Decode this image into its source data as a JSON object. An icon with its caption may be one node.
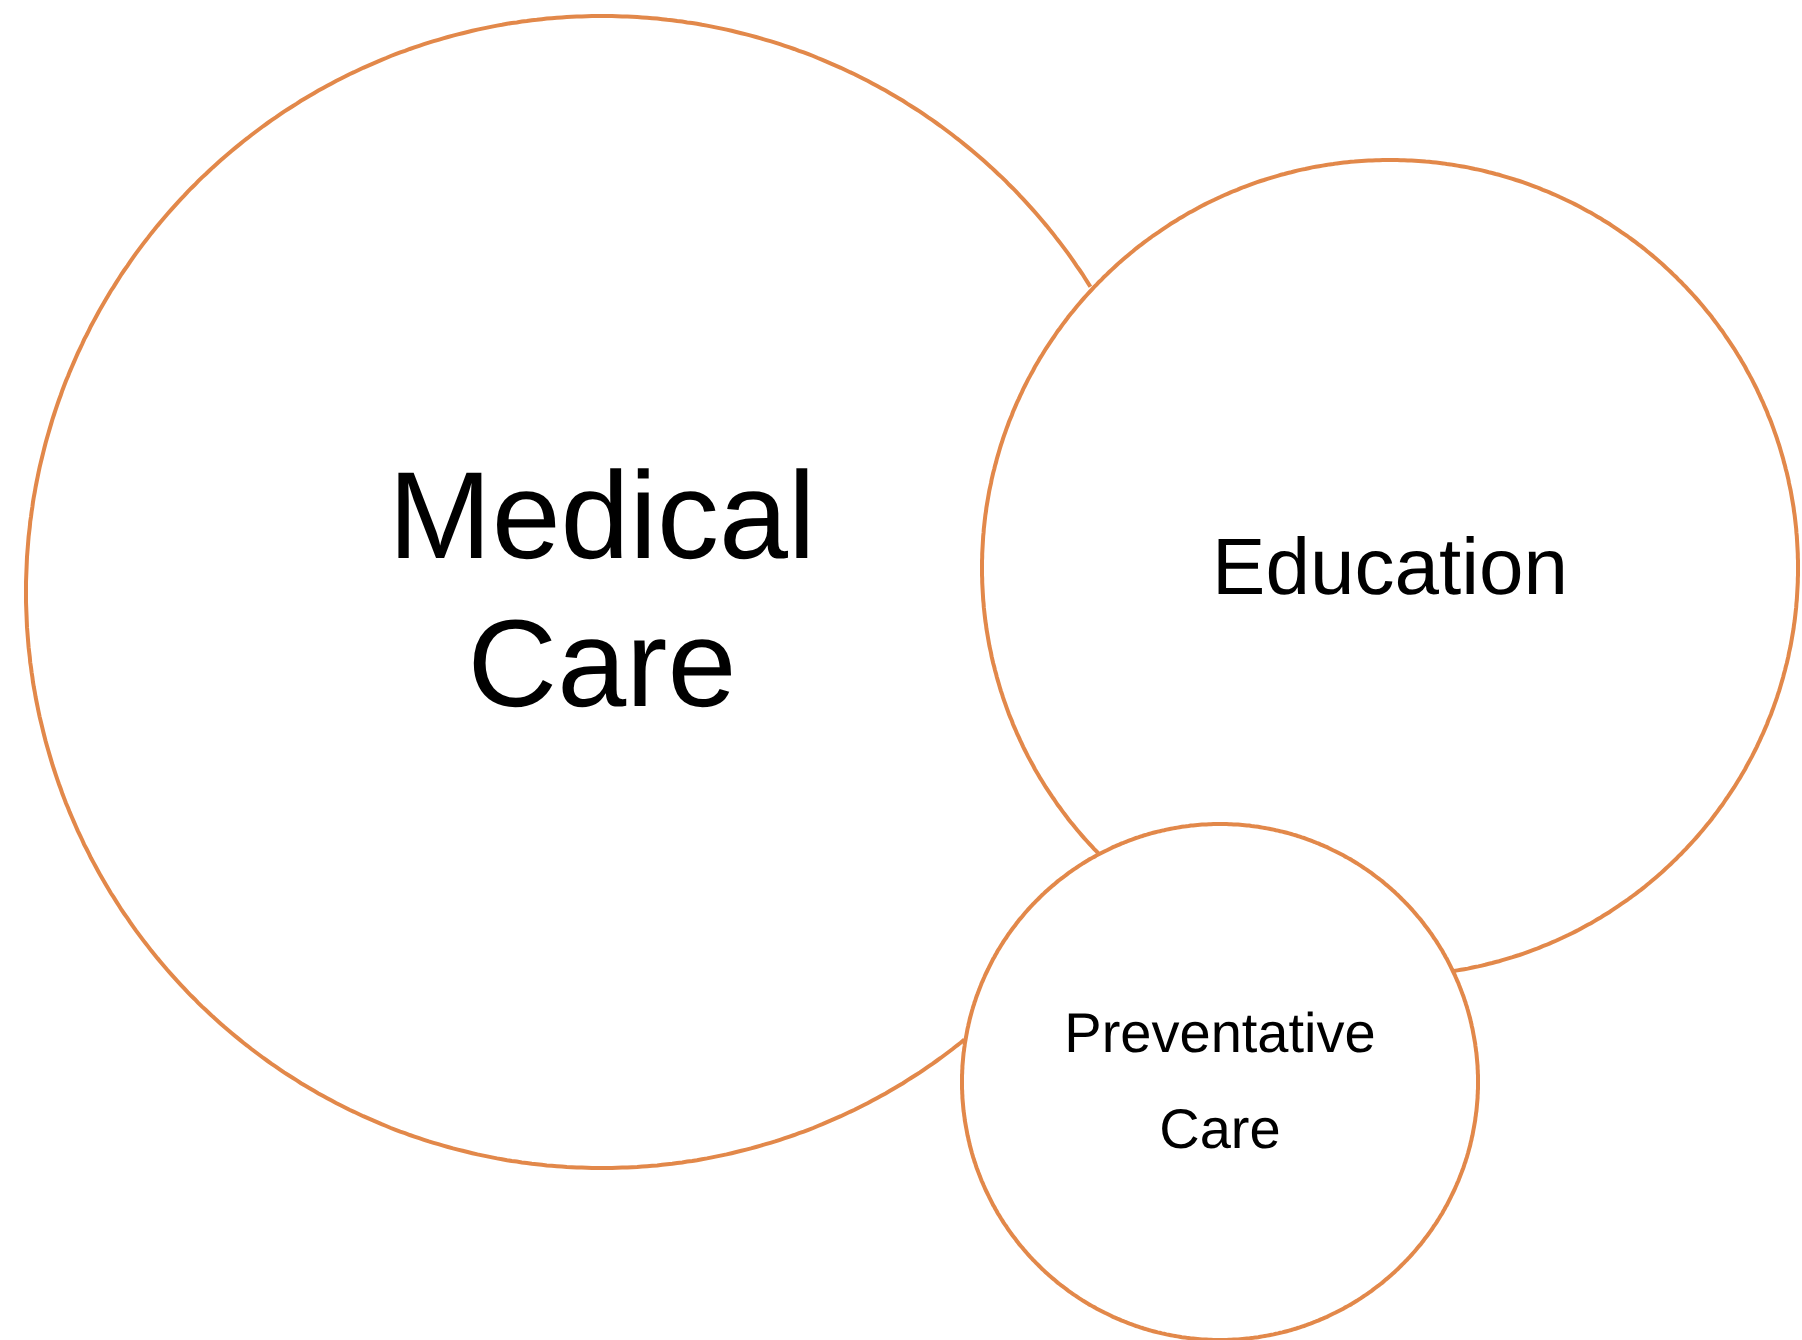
{
  "diagram": {
    "nodes": [
      {
        "text": [
          "Medical Care"
        ]
      },
      {
        "text": [
          "Education"
        ]
      },
      {
        "text": [
          "Preventative Care"
        ]
      }
    ]
  }
}
